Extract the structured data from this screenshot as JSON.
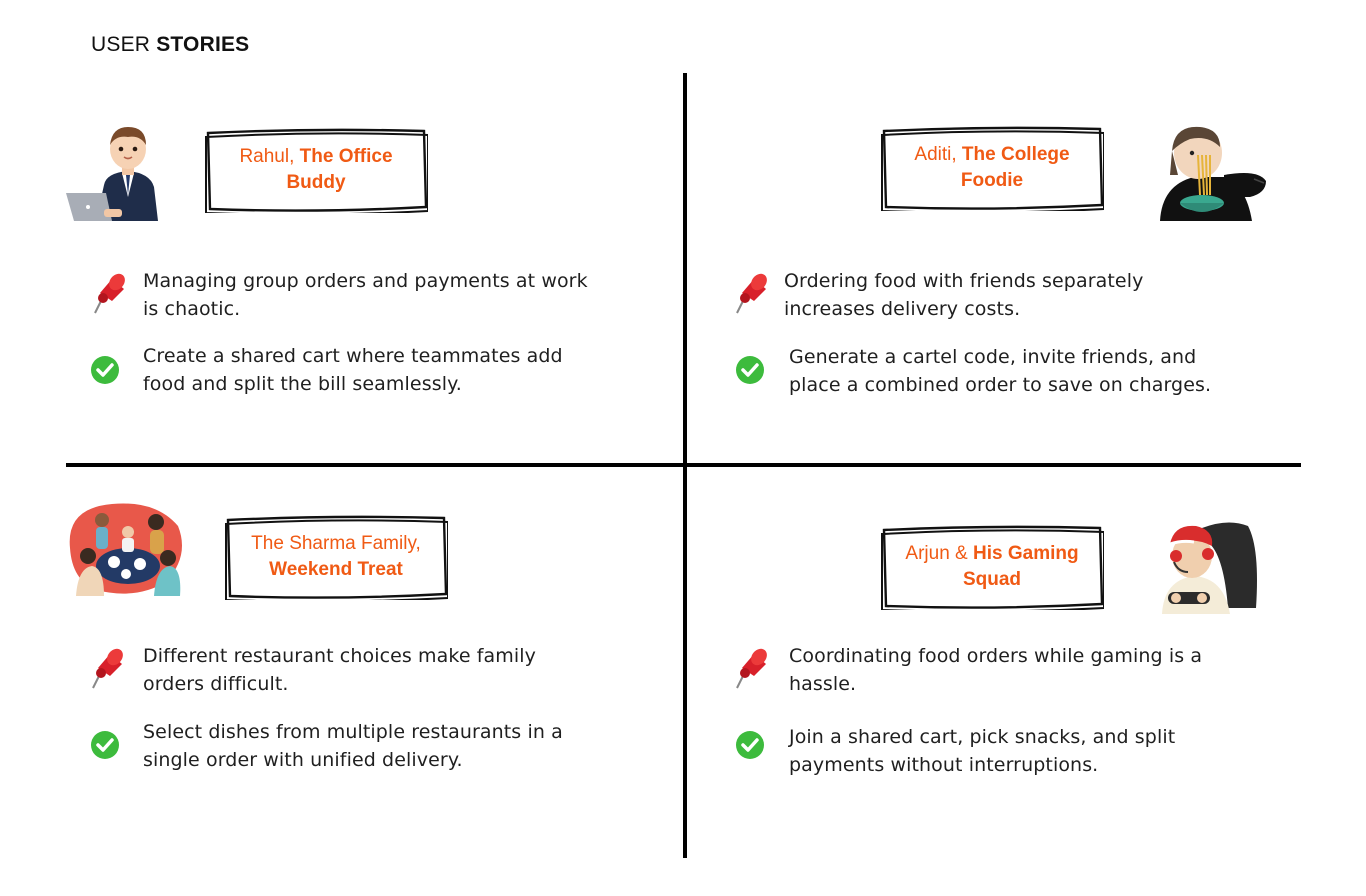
{
  "header": {
    "title_prefix": "USER ",
    "title_strong": "STORIES"
  },
  "stories": [
    {
      "persona_name": "Rahul, ",
      "persona_title": "The Office Buddy",
      "problem": "Managing group orders and payments at work is chaotic.",
      "solution": "Create a shared cart where teammates add food and split the bill seamlessly.",
      "avatar_icon": "office-worker-laptop-icon"
    },
    {
      "persona_name": "Aditi, ",
      "persona_title": "The College Foodie",
      "problem": "Ordering food with friends separately increases delivery costs.",
      "solution": "Generate a cartel code, invite friends, and place a combined order to save on charges.",
      "avatar_icon": "student-eating-noodles-icon"
    },
    {
      "persona_name": "The Sharma Family,",
      "persona_title": "Weekend Treat",
      "problem": "Different restaurant choices make family orders difficult.",
      "solution": "Select dishes from multiple restaurants in a single order with unified delivery.",
      "avatar_icon": "family-dinner-icon"
    },
    {
      "persona_name": "Arjun & ",
      "persona_title": "His Gaming Squad",
      "problem": "Coordinating food orders while gaming is a hassle.",
      "solution": "Join a shared cart, pick snacks, and split payments without interruptions.",
      "avatar_icon": "gamer-headset-icon"
    }
  ],
  "icons": {
    "problem": "pushpin-icon",
    "solution": "green-check-icon"
  },
  "colors": {
    "accent": "#f05a14",
    "check": "#3dbb3d",
    "pin": "#d8202a"
  }
}
